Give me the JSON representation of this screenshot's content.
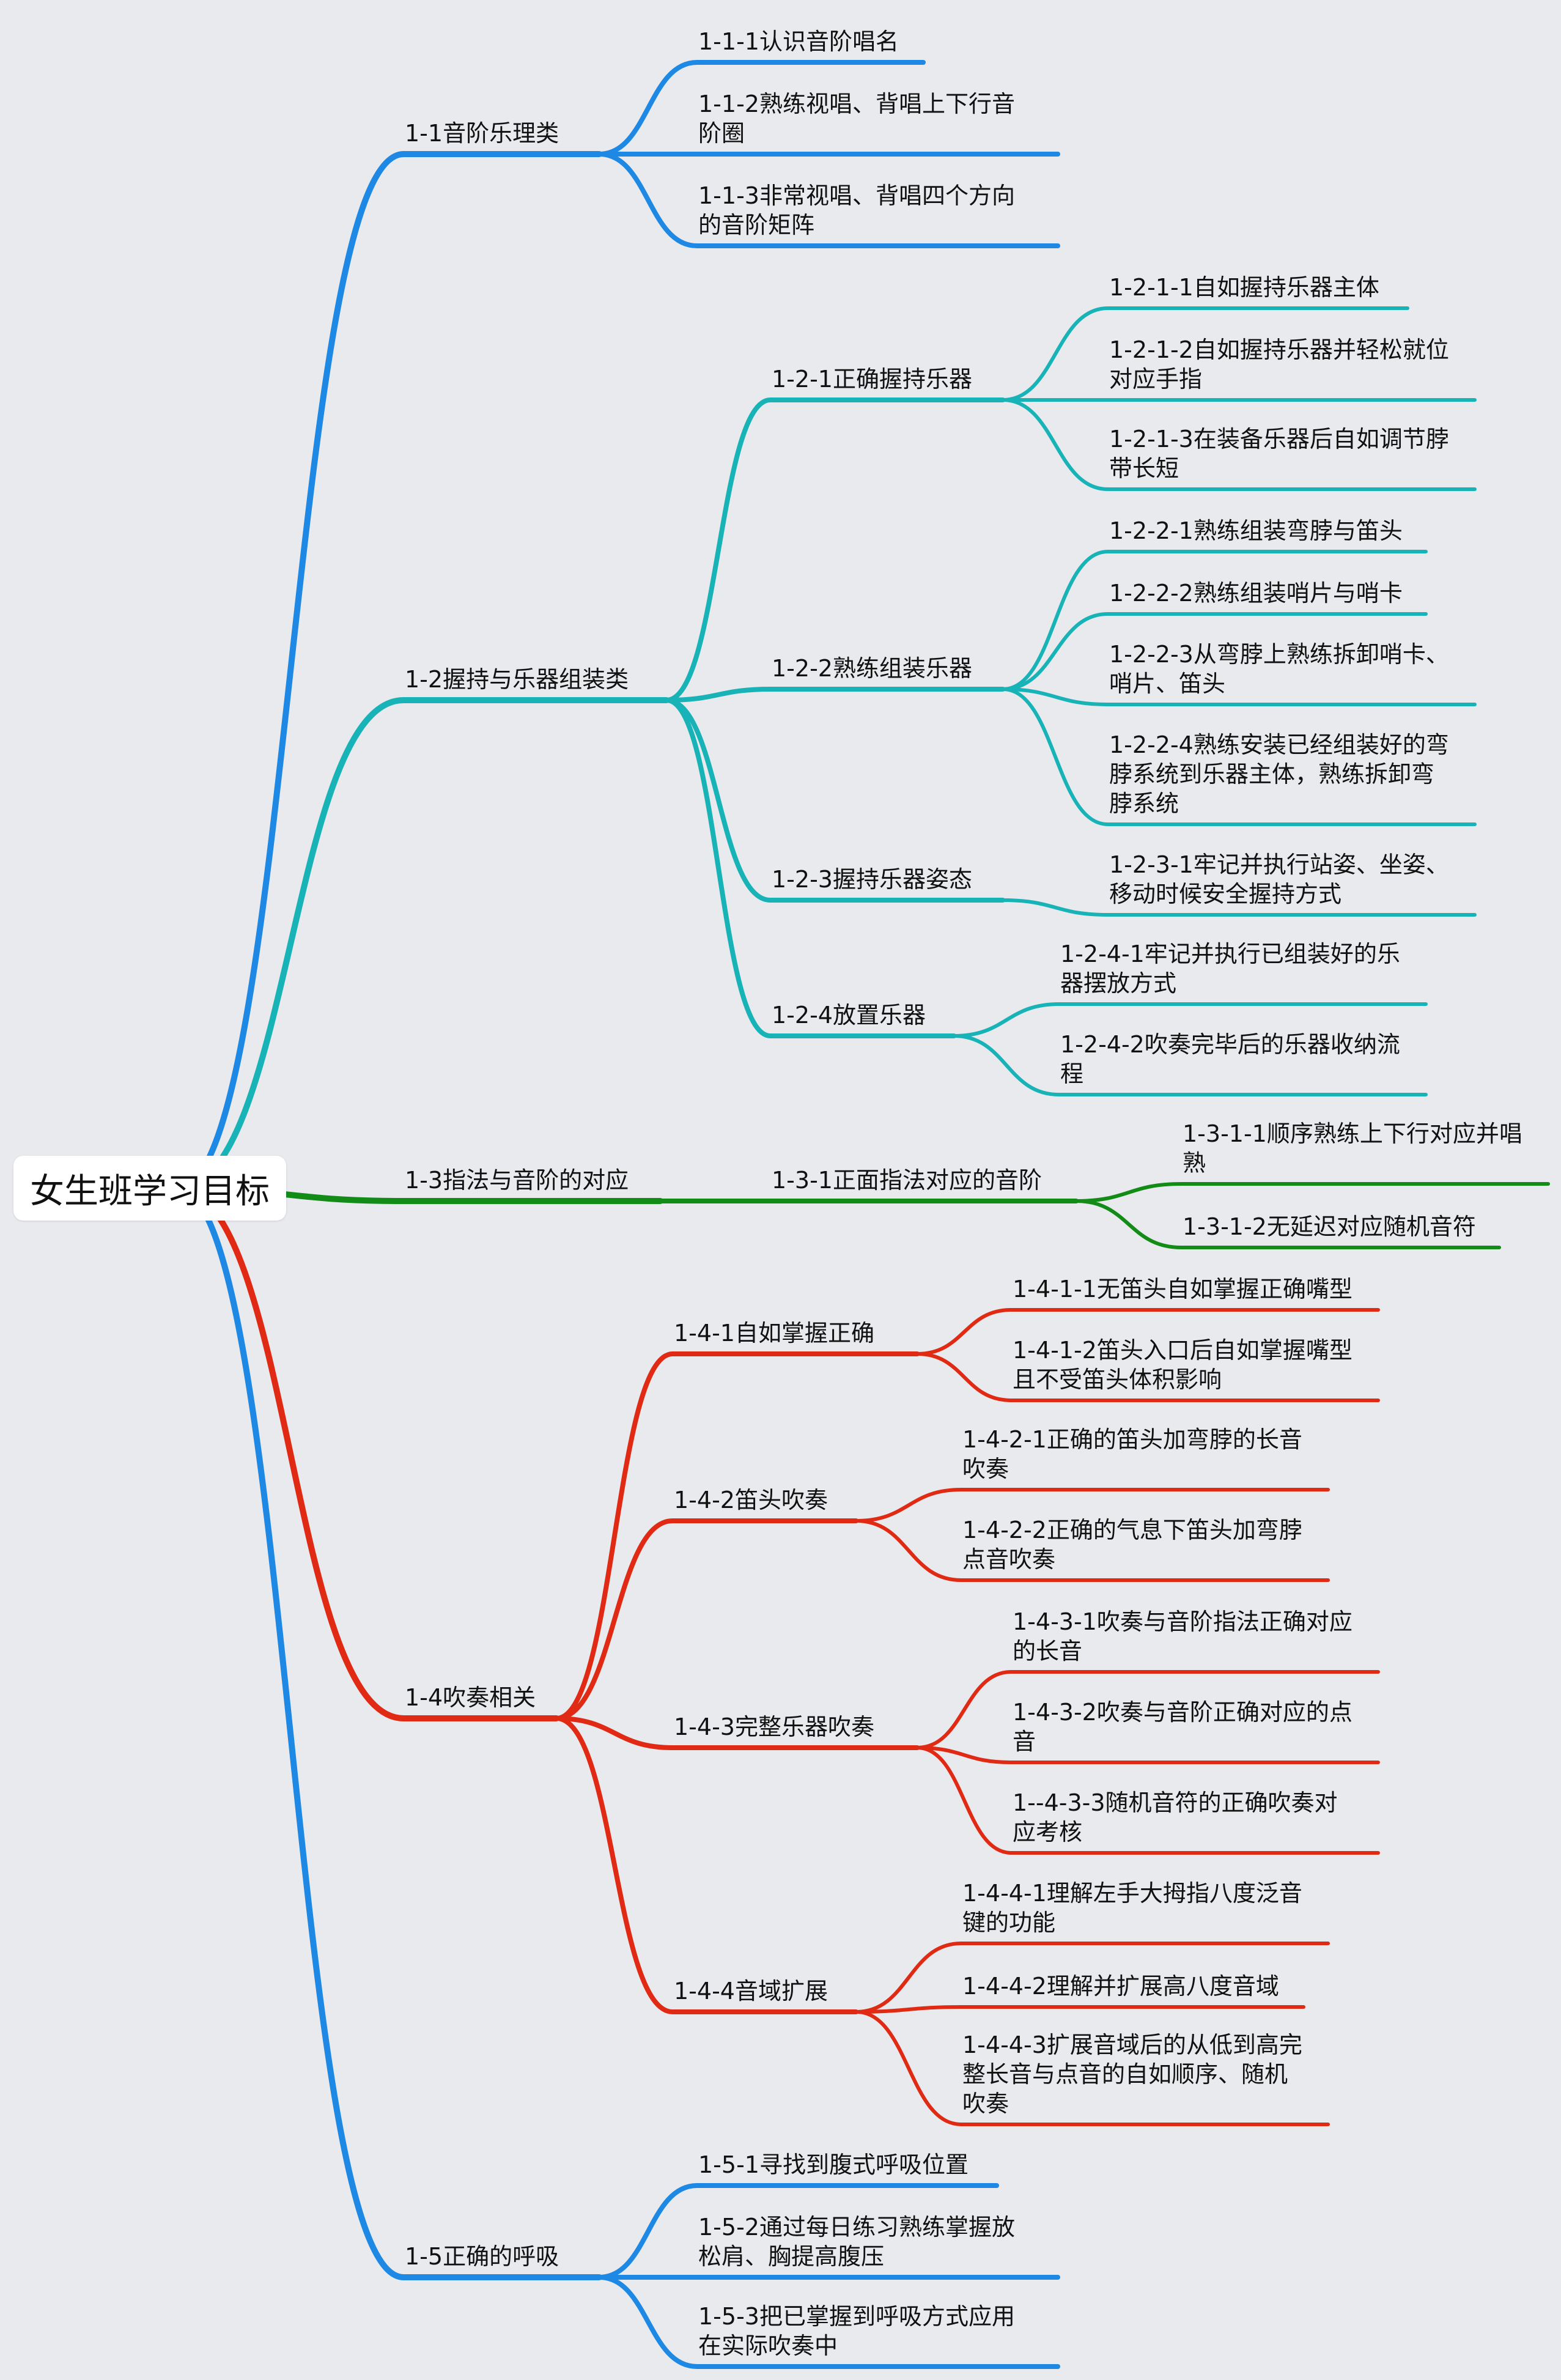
{
  "root": {
    "label": "女生班学习目标"
  },
  "colors": {
    "blue": "#1e88e5",
    "teal": "#18b3b7",
    "green": "#128c17",
    "red": "#e02a14"
  },
  "branches": [
    {
      "label": "1-1音阶乐理类",
      "color": "blue",
      "children": [
        {
          "label": "1-1-1认识音阶唱名"
        },
        {
          "label": "1-1-2熟练视唱、背唱上下行音\n阶圈"
        },
        {
          "label": "1-1-3非常视唱、背唱四个方向\n的音阶矩阵"
        }
      ]
    },
    {
      "label": "1-2握持与乐器组装类",
      "color": "teal",
      "children": [
        {
          "label": "1-2-1正确握持乐器",
          "children": [
            {
              "label": "1-2-1-1自如握持乐器主体"
            },
            {
              "label": "1-2-1-2自如握持乐器并轻松就位\n对应手指"
            },
            {
              "label": "1-2-1-3在装备乐器后自如调节脖\n带长短"
            }
          ]
        },
        {
          "label": "1-2-2熟练组装乐器",
          "children": [
            {
              "label": "1-2-2-1熟练组装弯脖与笛头"
            },
            {
              "label": "1-2-2-2熟练组装哨片与哨卡"
            },
            {
              "label": "1-2-2-3从弯脖上熟练拆卸哨卡、\n哨片、笛头"
            },
            {
              "label": "1-2-2-4熟练安装已经组装好的弯\n脖系统到乐器主体，熟练拆卸弯\n脖系统"
            }
          ]
        },
        {
          "label": "1-2-3握持乐器姿态",
          "children": [
            {
              "label": "1-2-3-1牢记并执行站姿、坐姿、\n移动时候安全握持方式"
            }
          ]
        },
        {
          "label": "1-2-4放置乐器",
          "children": [
            {
              "label": "1-2-4-1牢记并执行已组装好的乐\n器摆放方式"
            },
            {
              "label": "1-2-4-2吹奏完毕后的乐器收纳流\n程"
            }
          ]
        }
      ]
    },
    {
      "label": "1-3指法与音阶的对应",
      "color": "green",
      "children": [
        {
          "label": "1-3-1正面指法对应的音阶",
          "children": [
            {
              "label": "1-3-1-1顺序熟练上下行对应并唱\n熟"
            },
            {
              "label": "1-3-1-2无延迟对应随机音符"
            }
          ]
        }
      ]
    },
    {
      "label": "1-4吹奏相关",
      "color": "red",
      "children": [
        {
          "label": "1-4-1自如掌握正确",
          "children": [
            {
              "label": "1-4-1-1无笛头自如掌握正确嘴型"
            },
            {
              "label": "1-4-1-2笛头入口后自如掌握嘴型\n且不受笛头体积影响"
            }
          ]
        },
        {
          "label": "1-4-2笛头吹奏",
          "children": [
            {
              "label": "1-4-2-1正确的笛头加弯脖的长音\n吹奏"
            },
            {
              "label": "1-4-2-2正确的气息下笛头加弯脖\n点音吹奏"
            }
          ]
        },
        {
          "label": "1-4-3完整乐器吹奏",
          "children": [
            {
              "label": "1-4-3-1吹奏与音阶指法正确对应\n的长音"
            },
            {
              "label": "1-4-3-2吹奏与音阶正确对应的点\n音"
            },
            {
              "label": "1--4-3-3随机音符的正确吹奏对\n应考核"
            }
          ]
        },
        {
          "label": "1-4-4音域扩展",
          "children": [
            {
              "label": "1-4-4-1理解左手大拇指八度泛音\n键的功能"
            },
            {
              "label": "1-4-4-2理解并扩展高八度音域"
            },
            {
              "label": "1-4-4-3扩展音域后的从低到高完\n整长音与点音的自如顺序、随机\n吹奏"
            }
          ]
        }
      ]
    },
    {
      "label": "1-5正确的呼吸",
      "color": "blue",
      "children": [
        {
          "label": "1-5-1寻找到腹式呼吸位置"
        },
        {
          "label": "1-5-2通过每日练习熟练掌握放\n松肩、胸提高腹压"
        },
        {
          "label": "1-5-3把已掌握到呼吸方式应用\n在实际吹奏中"
        }
      ]
    }
  ]
}
